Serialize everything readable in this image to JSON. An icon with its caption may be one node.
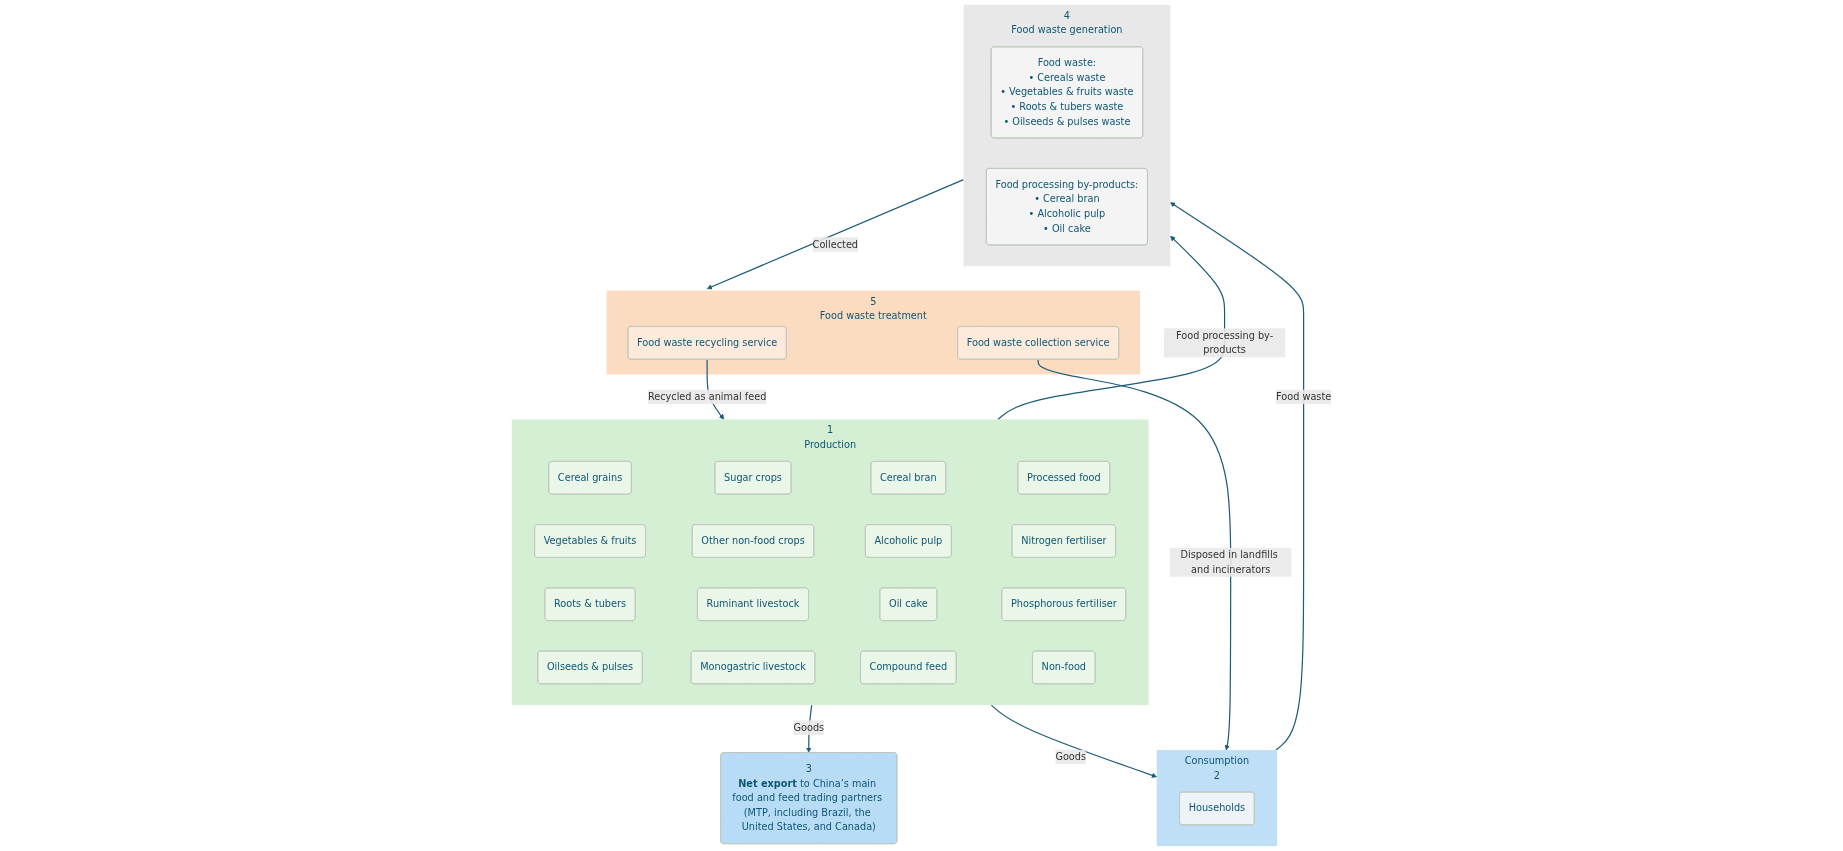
{
  "diagram": {
    "nodes": [
      {
        "text": [
          "3",
          "**Net export** to China’s main food and feed trading partners (MTP, including Brazil, the United States, and Canada)"
        ]
      },
      {
        "text": [
          "1",
          "Production"
        ]
      },
      {
        "text": [
          "Cereal grains"
        ],
        "in": 1
      },
      {
        "text": [
          "Vegetables & fruits"
        ],
        "in": 1
      },
      {
        "text": [
          "Roots & tubers"
        ],
        "in": 1
      },
      {
        "text": [
          "Oilseeds & pulses"
        ],
        "in": 1
      },
      {
        "text": [
          "Sugar crops"
        ],
        "in": 1
      },
      {
        "text": [
          "Other non-food crops"
        ],
        "in": 1
      },
      {
        "text": [
          "Ruminant livestock"
        ],
        "in": 1
      },
      {
        "text": [
          "Monogastric livestock"
        ],
        "in": 1
      },
      {
        "text": [
          "Cereal bran"
        ],
        "in": 1
      },
      {
        "text": [
          "Alcoholic pulp"
        ],
        "in": 1
      },
      {
        "text": [
          "Oil cake"
        ],
        "in": 1
      },
      {
        "text": [
          "Compound feed"
        ],
        "in": 1
      },
      {
        "text": [
          "Processed food"
        ],
        "in": 1
      },
      {
        "text": [
          "Nitrogen fertiliser"
        ],
        "in": 1
      },
      {
        "text": [
          "Phosphorous fertiliser"
        ],
        "in": 1
      },
      {
        "text": [
          "Non-food"
        ],
        "in": 1
      },
      {
        "text": [
          "Consumption",
          "2"
        ]
      },
      {
        "text": [
          "Households"
        ],
        "in": 18
      },
      {
        "text": [
          "4",
          "Food waste generation"
        ]
      },
      {
        "text": [
          "Food waste:",
          "• Cereals waste",
          "• Vegetables & fruits waste",
          "• Roots & tubers waste",
          "• Oilseeds & pulses waste"
        ],
        "in": 20
      },
      {
        "text": [
          "Food processing by-products:",
          "• Cereal bran",
          "• Alcoholic pulp",
          "• Oil cake"
        ],
        "in": 20
      },
      {
        "text": [
          "5",
          "Food waste treatment"
        ]
      },
      {
        "text": [
          "Food waste recycling service"
        ],
        "in": 23
      },
      {
        "text": [
          "Food waste collection service"
        ],
        "in": 23
      }
    ],
    "edges": [
      {
        "from": 1,
        "to": 0,
        "arrow": "to",
        "label": "Goods"
      },
      {
        "from": 24,
        "to": 1,
        "arrow": "to",
        "label": "Recycled as animal feed"
      },
      {
        "from": 1,
        "to": 18,
        "arrow": "to",
        "label": "Goods"
      },
      {
        "from": 18,
        "to": 20,
        "arrow": "to",
        "label": "Food waste"
      },
      {
        "from": 1,
        "to": 20,
        "arrow": "to",
        "label": "Food processing by-products"
      },
      {
        "from": 20,
        "to": 23,
        "arrow": "to",
        "label": "Collected"
      },
      {
        "from": 25,
        "to": 18,
        "arrow": "to",
        "label": "Disposed in landfills and incinerators"
      }
    ]
  }
}
